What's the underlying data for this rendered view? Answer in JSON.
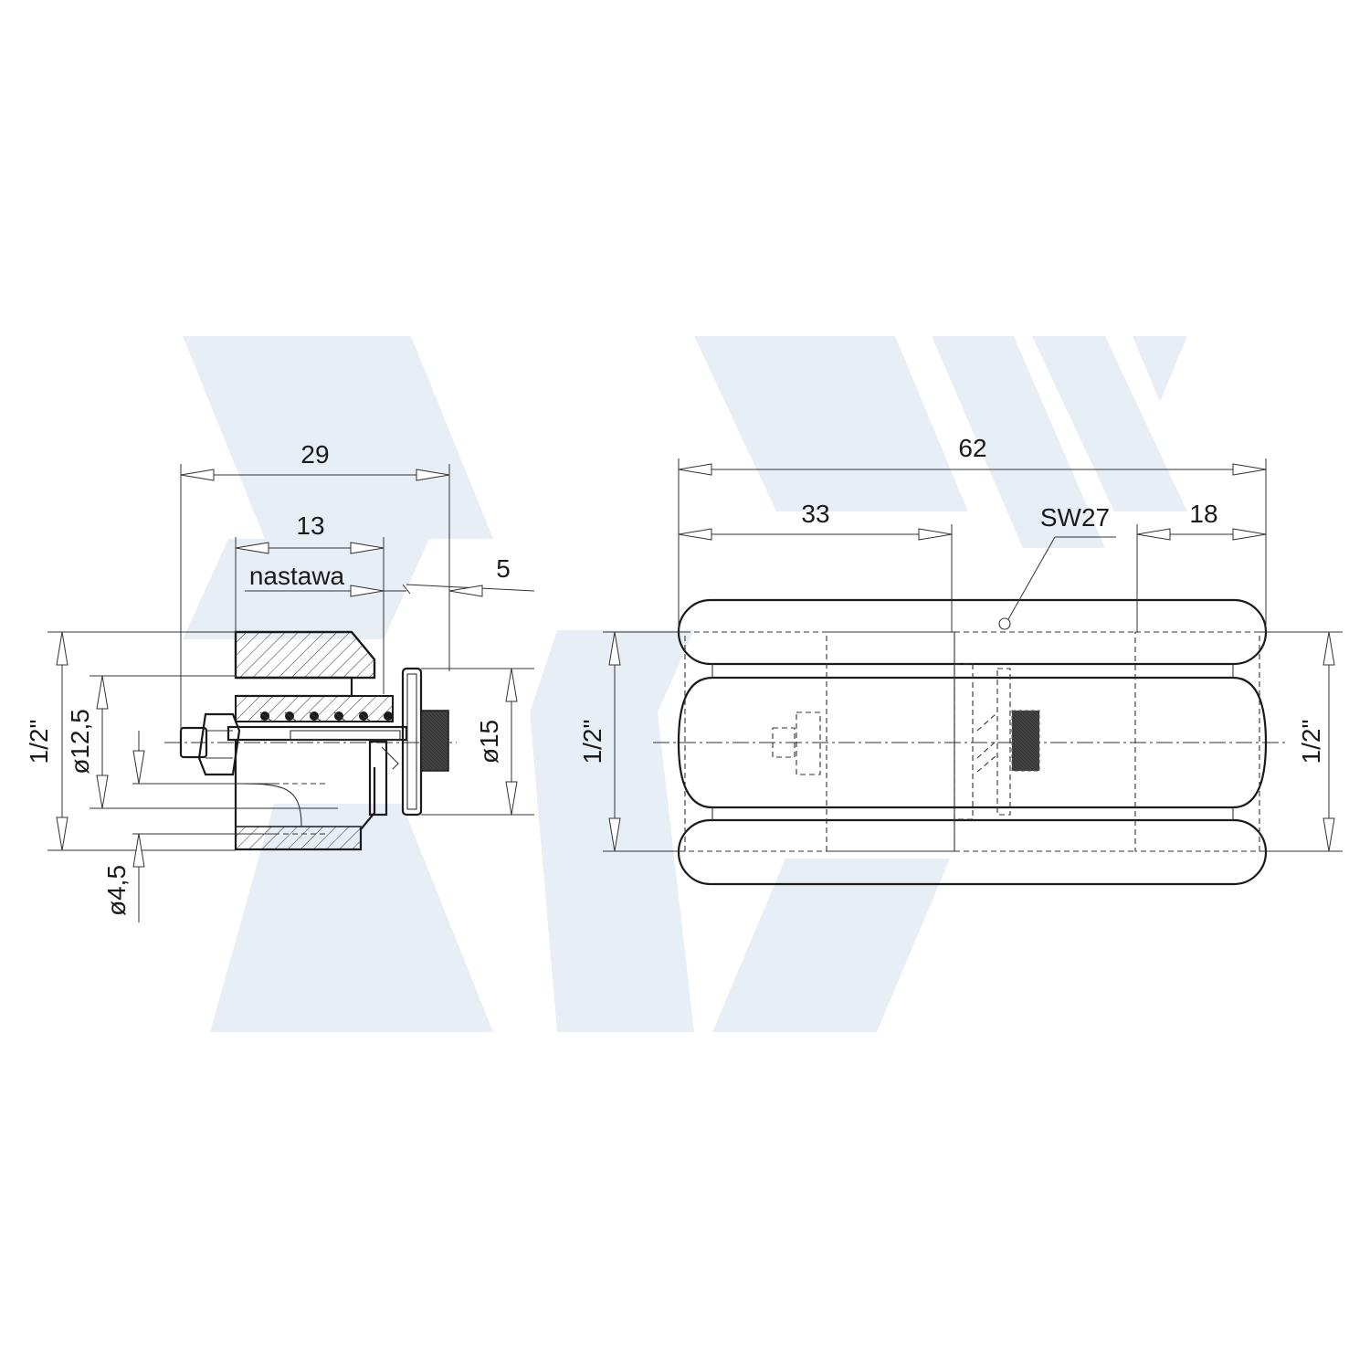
{
  "left_view": {
    "dim_overall": "29",
    "dim_nastawa_len": "13",
    "label_nastawa": "nastawa",
    "dim_offset": "5",
    "dim_thread": "1/2\"",
    "dim_d_bore": "ø12,5",
    "dim_d_hole": "ø4,5",
    "dim_d_disc": "ø15"
  },
  "right_view": {
    "dim_overall": "62",
    "dim_left": "33",
    "dim_right": "18",
    "label_wrench": "SW27",
    "dim_thread_left": "1/2\"",
    "dim_thread_right": "1/2\""
  },
  "colors": {
    "watermark": "#e8eef6",
    "line": "#1a1a1a"
  }
}
